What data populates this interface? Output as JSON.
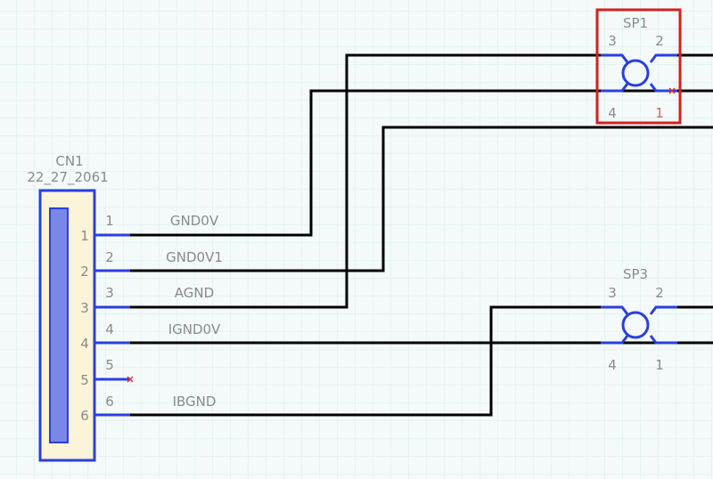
{
  "connector": {
    "ref": "CN1",
    "value": "22_27_2061",
    "pins": [
      {
        "outer": "1",
        "inner": "1",
        "net": "GND0V"
      },
      {
        "outer": "2",
        "inner": "2",
        "net": "GND0V1"
      },
      {
        "outer": "3",
        "inner": "3",
        "net": "AGND"
      },
      {
        "outer": "4",
        "inner": "4",
        "net": "IGND0V"
      },
      {
        "outer": "5",
        "inner": "5",
        "net": ""
      },
      {
        "outer": "6",
        "inner": "6",
        "net": "IBGND"
      }
    ]
  },
  "splices": [
    {
      "ref": "SP1",
      "pin_tl": "3",
      "pin_tr": "2",
      "pin_bl": "4",
      "pin_br": "1",
      "selected": true
    },
    {
      "ref": "SP3",
      "pin_tl": "3",
      "pin_tr": "2",
      "pin_bl": "4",
      "pin_br": "1",
      "selected": false
    }
  ],
  "colors": {
    "grid": "#cfe9e6",
    "wire": "#000000",
    "pin_line": "#2a3fe0",
    "body_fill": "#fbf4d8",
    "body_inner": "#7a86e8",
    "selection": "#e02020",
    "text": "#8a8a8a"
  }
}
